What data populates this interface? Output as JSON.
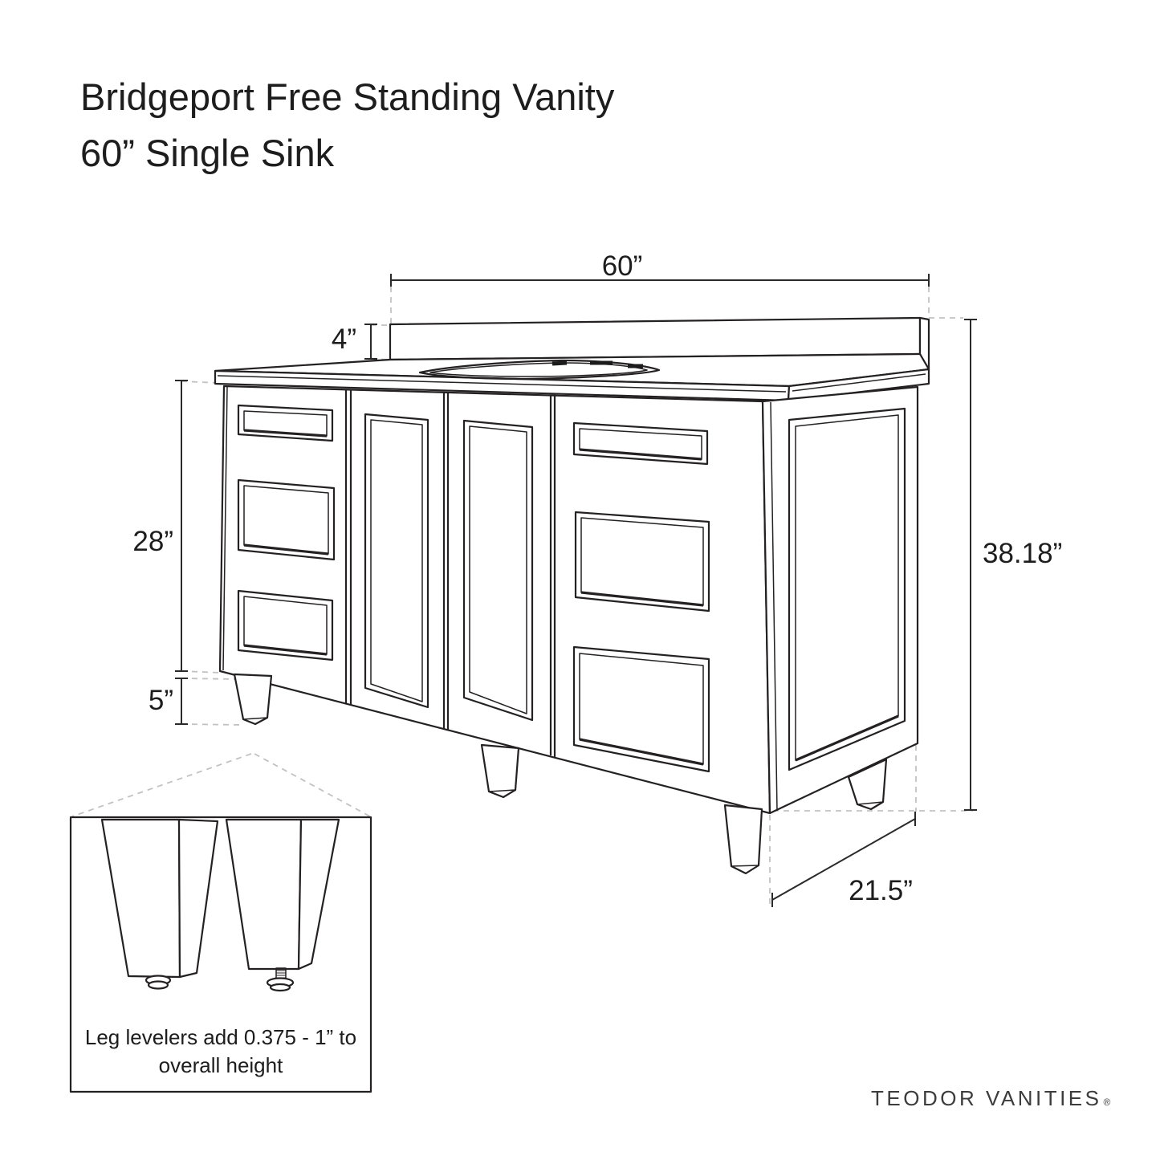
{
  "title": {
    "line1": "Bridgeport Free Standing Vanity",
    "line2": "60” Single Sink"
  },
  "dimensions": {
    "countertop_width": "60”",
    "backsplash_height": "4”",
    "cabinet_body_height": "28”",
    "leg_height": "5”",
    "overall_height": "38.18”",
    "depth": "21.5”"
  },
  "inset": {
    "caption_line1": "Leg levelers add 0.375 - 1” to",
    "caption_line2": "overall height"
  },
  "brand": {
    "name": "TEODOR VANITIES",
    "mark": "®"
  },
  "colors": {
    "background": "#ffffff",
    "line": "#242122",
    "dashed_line": "#c2c2c2",
    "text": "#1d1d1d"
  }
}
